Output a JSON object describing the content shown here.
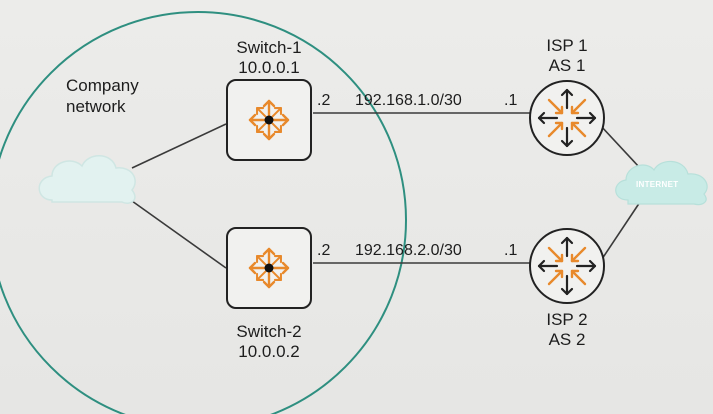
{
  "company": {
    "label_line1": "Company",
    "label_line2": "network"
  },
  "switches": [
    {
      "name": "Switch-1",
      "ip": "10.0.0.1",
      "port_label": ".2",
      "icon": "switch-icon"
    },
    {
      "name": "Switch-2",
      "ip": "10.0.0.2",
      "port_label": ".2",
      "icon": "switch-icon"
    }
  ],
  "links": [
    {
      "subnet": "192.168.1.0/30",
      "isp_port_label": ".1"
    },
    {
      "subnet": "192.168.2.0/30",
      "isp_port_label": ".1"
    }
  ],
  "isps": [
    {
      "name": "ISP 1",
      "as": "AS 1",
      "icon": "router-icon"
    },
    {
      "name": "ISP 2",
      "as": "AS 2",
      "icon": "router-icon"
    }
  ],
  "internet": {
    "label": "INTERNET",
    "icon": "cloud-icon"
  },
  "colors": {
    "company_circle": "#2e8f80",
    "arrow_orange": "#e8892b",
    "line": "#3a3a3a",
    "cloud_fill": "#e2f2f0",
    "cloud_stroke": "#cfe6e3",
    "internet_cloud": "#c8ebe6"
  }
}
